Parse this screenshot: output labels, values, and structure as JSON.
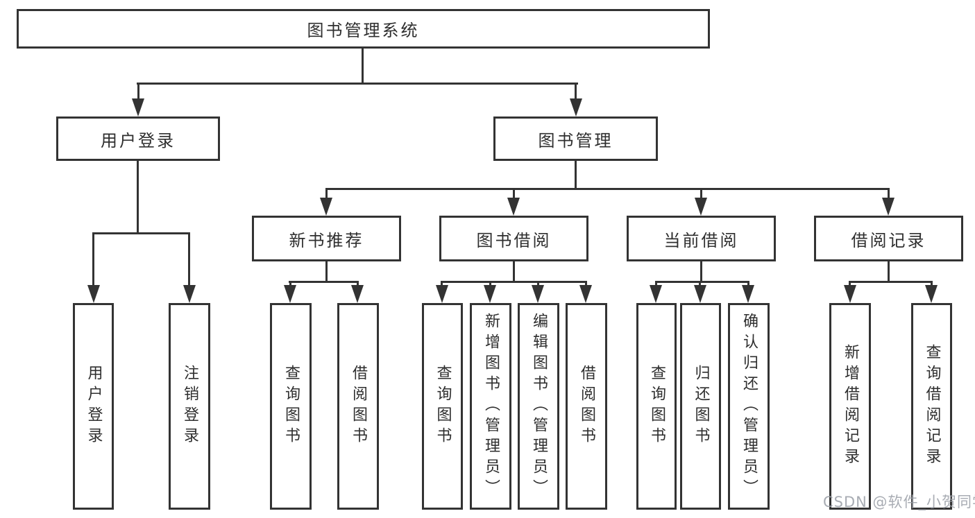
{
  "diagram": {
    "root": {
      "label": "图书管理系统"
    },
    "level2": [
      {
        "label": "用户登录"
      },
      {
        "label": "图书管理"
      }
    ],
    "level3": [
      {
        "label": "新书推荐"
      },
      {
        "label": "图书借阅"
      },
      {
        "label": "当前借阅"
      },
      {
        "label": "借阅记录"
      }
    ],
    "leaves": {
      "login": [
        {
          "label": "用户登录"
        },
        {
          "label": "注销登录"
        }
      ],
      "recommend": [
        {
          "label": "查询图书"
        },
        {
          "label": "借阅图书"
        }
      ],
      "borrow": [
        {
          "label": "查询图书"
        },
        {
          "label": "新增图书（管理员）"
        },
        {
          "label": "编辑图书（管理员）"
        },
        {
          "label": "借阅图书"
        }
      ],
      "current": [
        {
          "label": "查询图书"
        },
        {
          "label": "归还图书"
        },
        {
          "label": "确认归还（管理员）"
        }
      ],
      "records": [
        {
          "label": "新增借阅记录"
        },
        {
          "label": "查询借阅记录"
        }
      ]
    }
  },
  "watermark": {
    "text": "CSDN @软件_小贺同学"
  },
  "colors": {
    "line": "#333333",
    "box_fill": "#ffffff",
    "text": "#2e2e2e",
    "watermark": "#9ca0a8"
  }
}
